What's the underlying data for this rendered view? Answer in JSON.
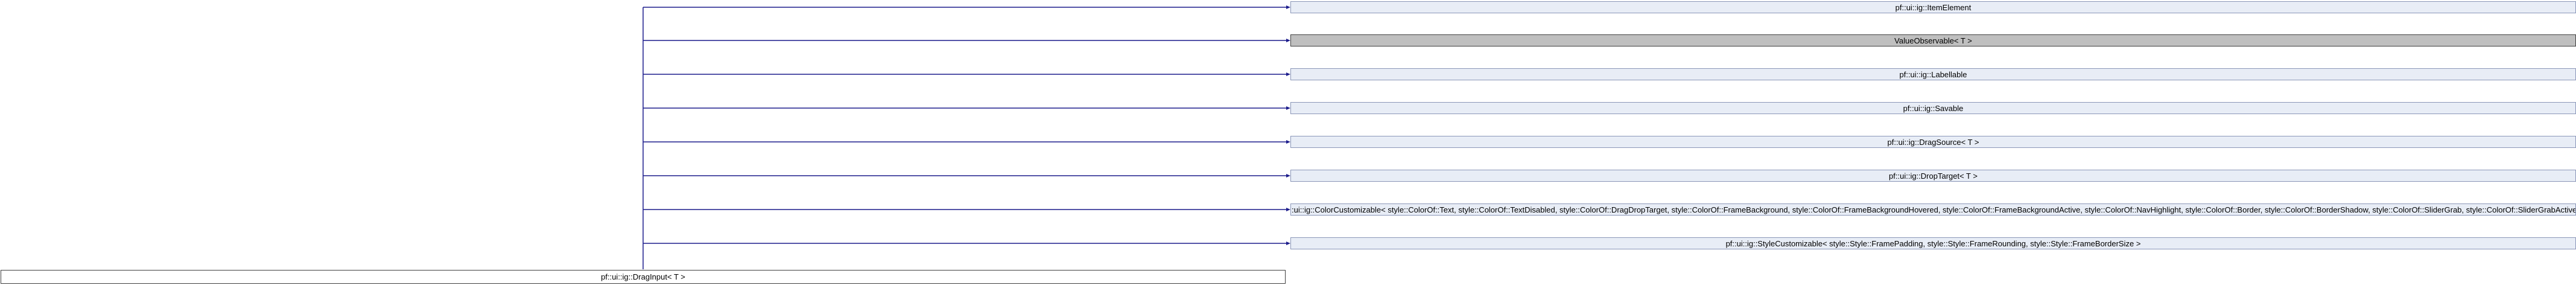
{
  "diagram": {
    "derived_class": {
      "label": "pf::ui::ig::DragInput< T >"
    },
    "base_classes": [
      {
        "label": "pf::ui::ig::ItemElement",
        "current": false
      },
      {
        "label": "ValueObservable< T >",
        "current": true
      },
      {
        "label": "pf::ui::ig::Labellable",
        "current": false
      },
      {
        "label": "pf::ui::ig::Savable",
        "current": false
      },
      {
        "label": "pf::ui::ig::DragSource< T >",
        "current": false
      },
      {
        "label": "pf::ui::ig::DropTarget< T >",
        "current": false
      },
      {
        "label": "pf::ui::ig::ColorCustomizable< style::ColorOf::Text, style::ColorOf::TextDisabled, style::ColorOf::DragDropTarget, style::ColorOf::FrameBackground, style::ColorOf::FrameBackgroundHovered, style::ColorOf::FrameBackgroundActive, style::ColorOf::NavHighlight, style::ColorOf::Border, style::ColorOf::BorderShadow, style::ColorOf::SliderGrab, style::ColorOf::SliderGrabActive >",
        "current": false
      },
      {
        "label": "pf::ui::ig::StyleCustomizable< style::Style::FramePadding, style::Style::FrameRounding, style::Style::FrameBorderSize >",
        "current": false
      }
    ],
    "colors": {
      "edge": "#1c1c8c",
      "base_fill": "#e8edf6",
      "base_border": "#8b97b8",
      "current_fill": "#bfbfbf"
    }
  }
}
